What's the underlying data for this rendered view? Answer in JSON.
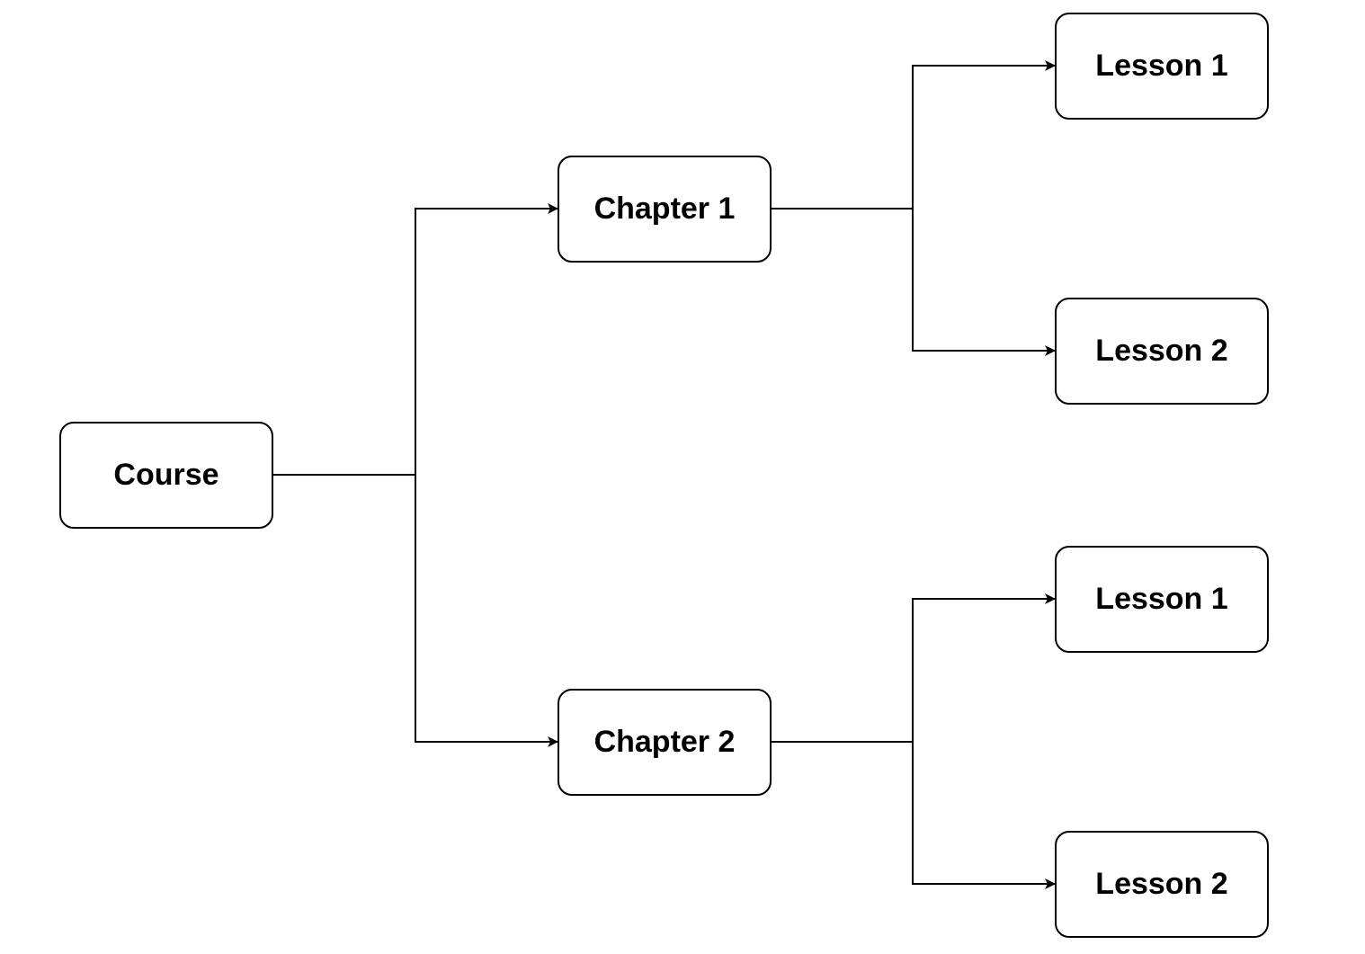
{
  "diagram": {
    "root": {
      "label": "Course"
    },
    "chapters": [
      {
        "label": "Chapter 1",
        "lessons": [
          {
            "label": "Lesson 1"
          },
          {
            "label": "Lesson 2"
          }
        ]
      },
      {
        "label": "Chapter 2",
        "lessons": [
          {
            "label": "Lesson 1"
          },
          {
            "label": "Lesson 2"
          }
        ]
      }
    ],
    "colors": {
      "stroke": "#000000",
      "fill": "#ffffff",
      "text": "#000000"
    }
  }
}
